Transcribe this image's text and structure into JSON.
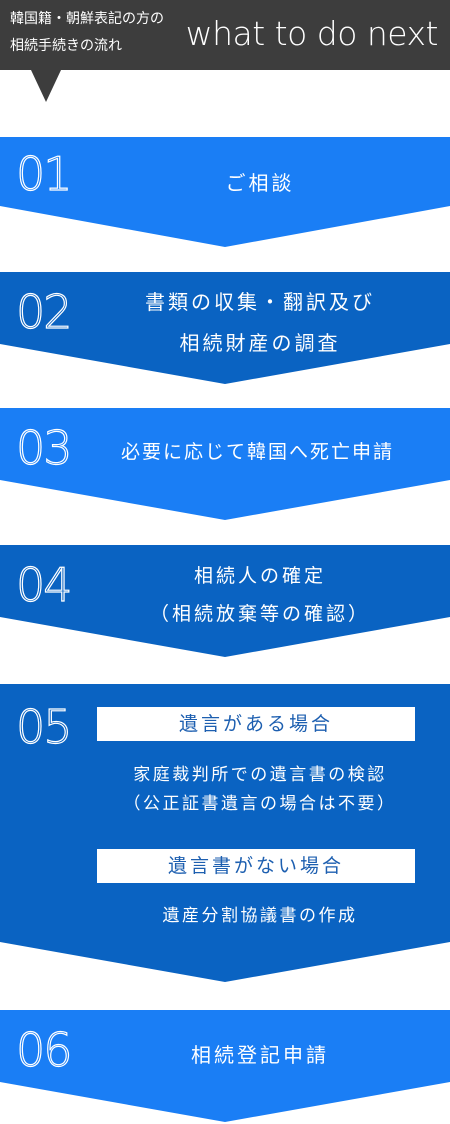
{
  "header": {
    "subtitle": "韓国籍・朝鮮表記の方の\n相続手続きの流れ",
    "title": "what to do next"
  },
  "colors": {
    "header_bg": "#3d3d3d",
    "step_light": "#1a7ef5",
    "step_dark": "#0a63c2",
    "box_text": "#1d5fb0"
  },
  "steps": [
    {
      "num": "01",
      "text": "ご相談"
    },
    {
      "num": "02",
      "text": "書類の収集・翻訳及び\n相続財産の調査"
    },
    {
      "num": "03",
      "text": "必要に応じて韓国へ死亡申請"
    },
    {
      "num": "04",
      "text": "相続人の確定\n（相続放棄等の確認）"
    },
    {
      "num": "05",
      "box1": "遺言がある場合",
      "text1": "家庭裁判所での遺言書の検認\n（公正証書遺言の場合は不要）",
      "box2": "遺言書がない場合",
      "text2": "遺産分割協議書の作成"
    },
    {
      "num": "06",
      "text": "相続登記申請"
    }
  ]
}
